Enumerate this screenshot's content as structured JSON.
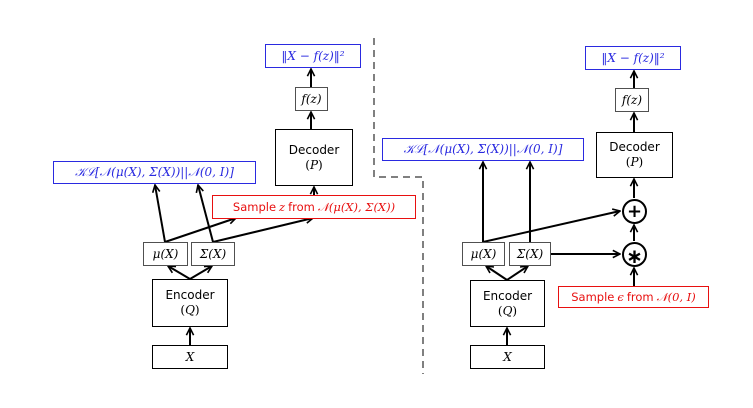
{
  "diagram": {
    "title": "Variational autoencoder: without and with reparameterization trick",
    "left_panel": {
      "input": "X",
      "encoder": {
        "label": "Encoder",
        "param": "Q"
      },
      "mu": "μ(X)",
      "sigma": "Σ(X)",
      "kl_loss": "𝒦ℒ[𝒩(μ(X), Σ(X))||𝒩(0, I)]",
      "sample": {
        "prefix": "Sample",
        "var": "z",
        "mid": "from",
        "dist": "𝒩(μ(X), Σ(X))"
      },
      "decoder": {
        "label": "Decoder",
        "param": "P"
      },
      "output": "f(z)",
      "recon_loss": "‖X − f(z)‖²"
    },
    "right_panel": {
      "input": "X",
      "encoder": {
        "label": "Encoder",
        "param": "Q"
      },
      "mu": "μ(X)",
      "sigma": "Σ(X)",
      "kl_loss": "𝒦ℒ[𝒩(μ(X), Σ(X))||𝒩(0, I)]",
      "sample": {
        "prefix": "Sample",
        "var": "ϵ",
        "mid": "from",
        "dist": "𝒩(0, I)"
      },
      "plus_op": "+",
      "mult_op": "∗",
      "decoder": {
        "label": "Decoder",
        "param": "P"
      },
      "output": "f(z)",
      "recon_loss": "‖X − f(z)‖²"
    },
    "colors": {
      "loss": "#2a2ae0",
      "sample": "#e81010",
      "divider": "#808080",
      "line": "#000000"
    }
  }
}
